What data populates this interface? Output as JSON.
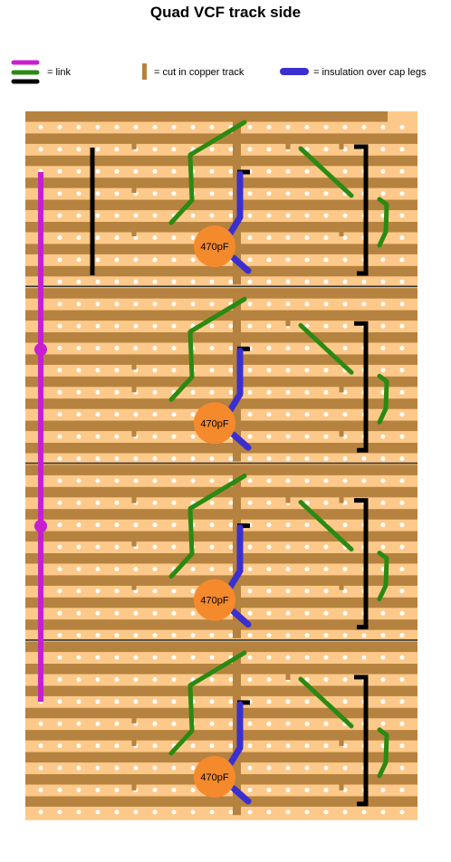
{
  "title": "Quad VCF track side",
  "legend": {
    "link_label": "= link",
    "cut_label": "= cut in copper track",
    "insulation_label": "= insulation over cap legs"
  },
  "colors": {
    "track": "#b5823f",
    "board": "#fdc98a",
    "hole": "#ffffff",
    "link_magenta": "#c81ed2",
    "link_green": "#2a8a12",
    "link_black": "#000000",
    "insulation": "#3a2fd0",
    "capacitor": "#f58a2c"
  },
  "capacitor_label": "470pF",
  "section_count": 4
}
